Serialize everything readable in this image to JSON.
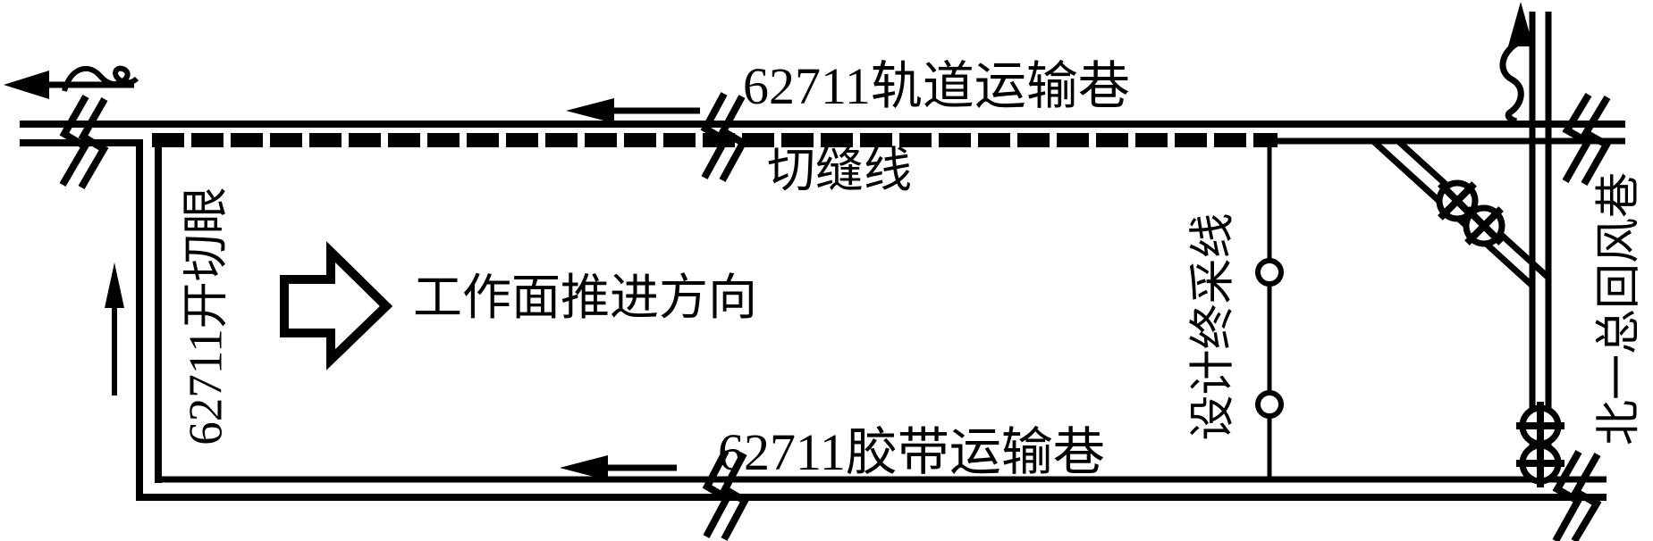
{
  "diagram": {
    "type": "mine-working-face-layout",
    "background_color": "#ffffff",
    "ink_color": "#000000",
    "labels": {
      "track_roadway": "62711轨道运输巷",
      "cut_seam_line": "切缝线",
      "belt_roadway": "62711胶带运输巷",
      "advance_direction": "工作面推进方向",
      "open_cut": "62711开切眼",
      "design_stop_line": "设计终采线",
      "return_airway": "北一总回风巷"
    },
    "symbols": {
      "air_door_count": 4,
      "break_symbol_count": 5,
      "survey_circle_count": 2,
      "arrows": [
        "wavy-left-arrow-top-left",
        "left-arrow-track-roadway",
        "left-arrow-belt-roadway",
        "up-arrow-open-cut",
        "wavy-up-arrow-return-airway",
        "hollow-advance-arrow"
      ]
    }
  }
}
